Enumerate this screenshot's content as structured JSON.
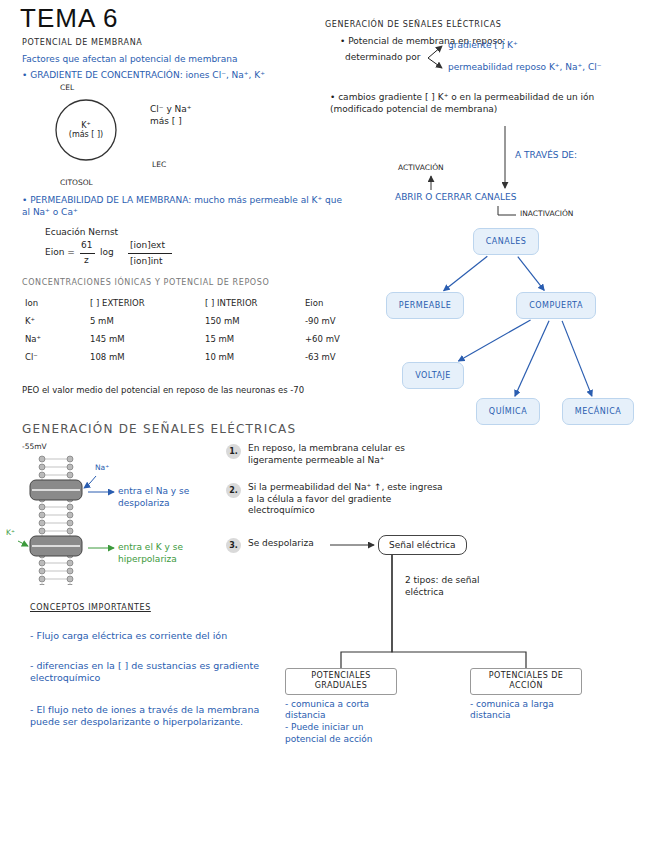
{
  "diagram": {
    "title": "TEMA 6",
    "nodes": [
      {
        "text": [
          "K⁺",
          "(más [ ])"
        ]
      },
      {
        "text": [
          "CANALES"
        ]
      },
      {
        "text": [
          "PERMEABLE"
        ]
      },
      {
        "text": [
          "COMPUERTA"
        ]
      },
      {
        "text": [
          "VOLTAJE"
        ]
      },
      {
        "text": [
          "QUÍMICA"
        ]
      },
      {
        "text": [
          "MECÁNICA"
        ]
      },
      {
        "text": [
          "Señal eléctrica"
        ]
      },
      {
        "text": [
          "POTENCIALES GRADUALES",
          "- comunica a corta distancia",
          "- Puede iniciar un potencial de acción"
        ]
      },
      {
        "text": [
          "POTENCIALES DE ACCIÓN",
          "- comunica a larga distancia"
        ]
      }
    ],
    "edges": [
      {
        "from": 1,
        "to": 2,
        "arrow": "to"
      },
      {
        "from": 1,
        "to": 3,
        "arrow": "to"
      },
      {
        "from": 3,
        "to": 4,
        "arrow": "to"
      },
      {
        "from": 3,
        "to": 5,
        "arrow": "to"
      },
      {
        "from": 3,
        "to": 6,
        "arrow": "to"
      },
      {
        "from": 7,
        "to": 8,
        "arrow": "none"
      },
      {
        "from": 7,
        "to": 9,
        "arrow": "none"
      }
    ],
    "labels": [
      "POTENCIAL DE MEMBRANA",
      "Factores que afectan al potencial de membrana",
      "• GRADIENTE DE CONCENTRACIÓN: iones Cl⁻, Na⁺, K⁺",
      "CEL",
      "Cl⁻ y Na⁺ más [ ]",
      "LEC",
      "CITOSOL",
      "• PERMEABILIDAD DE LA MEMBRANA: mucho más permeable al K⁺ que al Na⁺ o Ca⁺",
      "Ecuación Nernst",
      "Eion =",
      "61",
      "z",
      "log",
      "[ion]ext",
      "[ion]int",
      "CONCENTRACIONES IÓNICAS Y POTENCIAL DE REPOSO",
      "Ion",
      "[ ] EXTERIOR",
      "[ ] INTERIOR",
      "Eion",
      "K⁺",
      "5 mM",
      "150 mM",
      "-90 mV",
      "Na⁺",
      "145 mM",
      "15 mM",
      "+60 mV",
      "Cl⁻",
      "108 mM",
      "10 mM",
      "-63 mV",
      "PEO el valor medio del potencial en reposo de las neuronas es -70",
      "GENERACIÓN DE SEÑALES ELÉCTRICAS",
      "• Potencial de membrana en reposo:",
      "determinado por",
      "gradiente [ ] K⁺",
      "permeabilidad reposo K⁺, Na⁺, Cl⁻",
      "• cambios gradiente [ ] K⁺ o en la permeabilidad de un ión (modificado potencial de membrana)",
      "ACTIVACIÓN",
      "A TRAVÉS DE:",
      "ABRIR O CERRAR CANALES",
      "INACTIVACIÓN",
      "GENERACIÓN DE SEÑALES ELÉCTRICAS",
      "-55mV",
      "Na⁺",
      "entra el Na y se despolariza",
      "K⁺",
      "entra el K y se hiperpolariza",
      "1.",
      "En reposo, la membrana celular es ligeramente permeable al Na⁺",
      "2.",
      "Si la permeabilidad del Na⁺ ↑, este ingresa a la célula a favor del gradiente electroquímico",
      "3.",
      "Se despolariza",
      "2 tipos: de señal eléctrica",
      "CONCEPTOS IMPORTANTES",
      "- Flujo carga eléctrica es corriente del ión",
      "- diferencias en la [ ] de sustancias es gradiente electroquímico",
      "- El flujo neto de iones a través de la membrana puede ser despolarizante o hiperpolarizante."
    ]
  }
}
